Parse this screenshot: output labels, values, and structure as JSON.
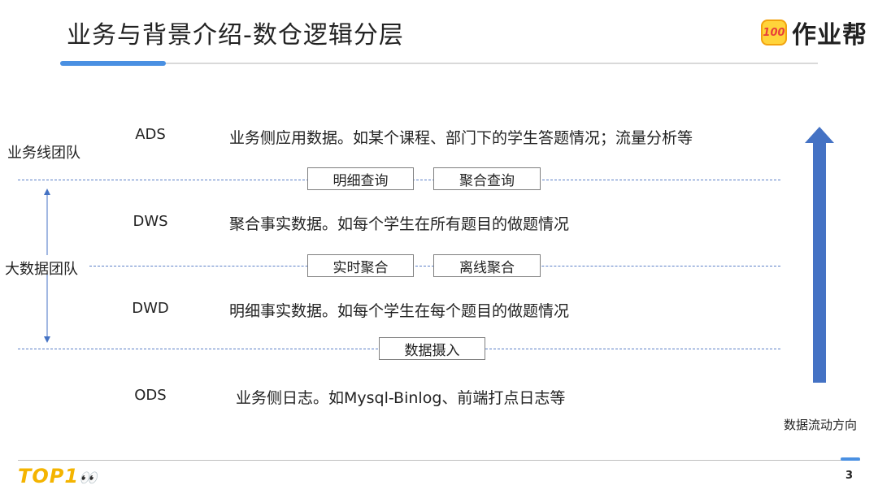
{
  "title": "业务与背景介绍-数仓逻辑分层",
  "brand": {
    "badge": "100",
    "name": "作业帮",
    "icon": "zuoyebang-logo-icon"
  },
  "teams": {
    "business": "业务线团队",
    "bigdata": "大数据团队"
  },
  "layers": {
    "ads": {
      "name": "ADS",
      "desc": "业务侧应用数据。如某个课程、部门下的学生答题情况；流量分析等"
    },
    "dws": {
      "name": "DWS",
      "desc": "聚合事实数据。如每个学生在所有题目的做题情况"
    },
    "dwd": {
      "name": "DWD",
      "desc": "明细事实数据。如每个学生在每个题目的做题情况"
    },
    "ods": {
      "name": "ODS",
      "desc": "业务侧日志。如Mysql-Binlog、前端打点日志等"
    }
  },
  "boxes": {
    "detail_query": "明细查询",
    "agg_query": "聚合查询",
    "realtime_agg": "实时聚合",
    "offline_agg": "离线聚合",
    "ingest": "数据摄入"
  },
  "flow_caption": "数据流动方向",
  "footer": {
    "logo": "TOP1",
    "page": "3"
  },
  "colors": {
    "accent": "#4a90e2",
    "arrow": "#4472c4",
    "footer_logo": "#f4b400"
  }
}
